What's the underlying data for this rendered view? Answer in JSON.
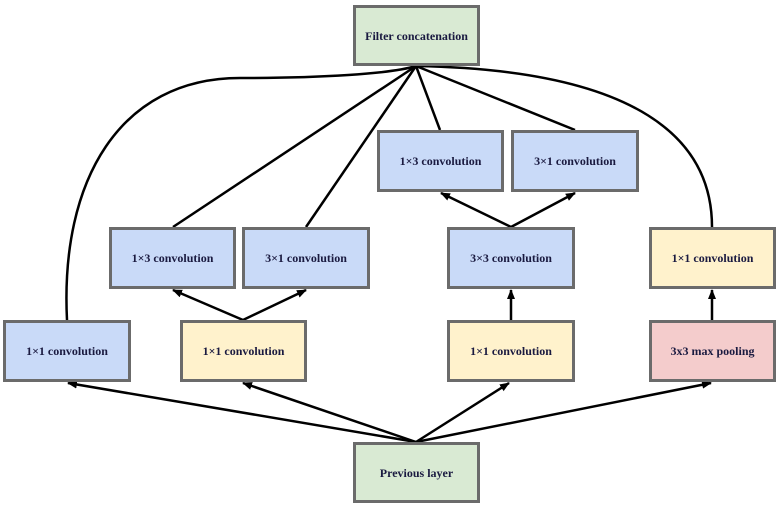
{
  "nodes": {
    "filter_concat": "Filter concatenation",
    "previous_layer": "Previous layer",
    "branch1_conv1x1": "1×1 convolution",
    "branch2_conv1x1": "1×1 convolution",
    "branch2_conv1x3": "1×3 convolution",
    "branch2_conv3x1": "3×1 convolution",
    "branch3_conv1x1": "1×1 convolution",
    "branch3_conv3x3": "3×3 convolution",
    "branch3_conv1x3": "1×3 convolution",
    "branch3_conv3x1": "3×1 convolution",
    "branch4_pool": "3x3 max pooling",
    "branch4_conv1x1": "1×1 convolution"
  },
  "colors": {
    "concat_input": "#d9ead3",
    "convolution": "#c9daf8",
    "reduction": "#fff2cc",
    "pooling": "#f4cccc",
    "border": "#6b6b6b",
    "edge": "#000000"
  },
  "edges": [
    {
      "from": "previous_layer",
      "to": "branch1_conv1x1",
      "arrow": true
    },
    {
      "from": "previous_layer",
      "to": "branch2_conv1x1",
      "arrow": true
    },
    {
      "from": "previous_layer",
      "to": "branch3_conv1x1",
      "arrow": true
    },
    {
      "from": "previous_layer",
      "to": "branch4_pool",
      "arrow": true
    },
    {
      "from": "branch2_conv1x1",
      "to": "branch2_conv1x3",
      "arrow": true
    },
    {
      "from": "branch2_conv1x1",
      "to": "branch2_conv3x1",
      "arrow": true
    },
    {
      "from": "branch3_conv1x1",
      "to": "branch3_conv3x3",
      "arrow": true
    },
    {
      "from": "branch3_conv3x3",
      "to": "branch3_conv1x3",
      "arrow": true
    },
    {
      "from": "branch3_conv3x3",
      "to": "branch3_conv3x1",
      "arrow": true
    },
    {
      "from": "branch4_pool",
      "to": "branch4_conv1x1",
      "arrow": true
    },
    {
      "from": "branch1_conv1x1",
      "to": "filter_concat",
      "arrow": false
    },
    {
      "from": "branch2_conv1x3",
      "to": "filter_concat",
      "arrow": false
    },
    {
      "from": "branch2_conv3x1",
      "to": "filter_concat",
      "arrow": false
    },
    {
      "from": "branch3_conv1x3",
      "to": "filter_concat",
      "arrow": false
    },
    {
      "from": "branch3_conv3x1",
      "to": "filter_concat",
      "arrow": false
    },
    {
      "from": "branch4_conv1x1",
      "to": "filter_concat",
      "arrow": false
    }
  ]
}
